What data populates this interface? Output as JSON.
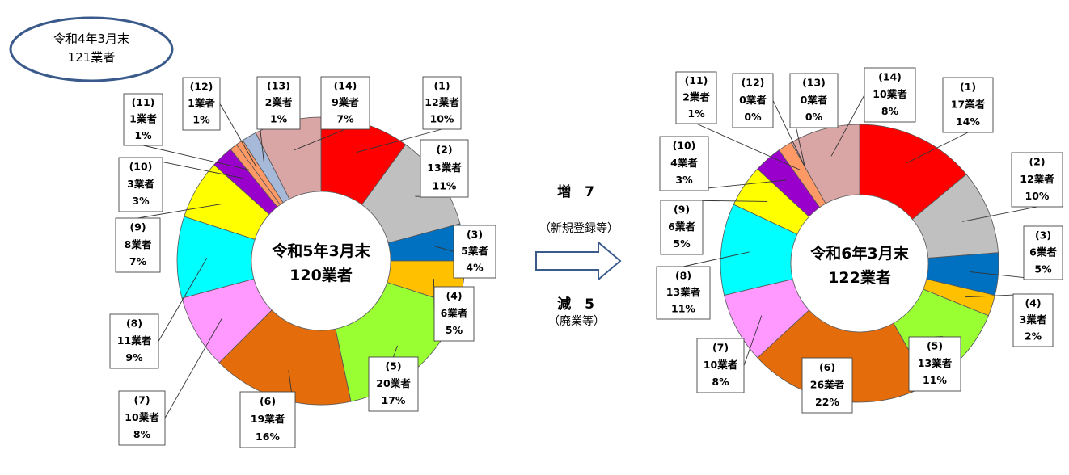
{
  "prev_badge": {
    "line1": "令和4年3月末",
    "line2": "121業者"
  },
  "middle": {
    "increase": "増　7",
    "increase_note": "（新規登録等）",
    "decrease": "減　5",
    "decrease_note": "（廃業等）"
  },
  "colors": [
    "#ff0000",
    "#c0c0c0",
    "#0070c0",
    "#ffc000",
    "#99ff33",
    "#e46c0a",
    "#ff99ff",
    "#00ffff",
    "#ffff00",
    "#9900cc",
    "#ff9966",
    "#ff9966",
    "#a6b9d9",
    "#d9a5a5"
  ],
  "chart_data": [
    {
      "type": "pie",
      "center_line1": "令和5年3月末",
      "center_line2": "120業者",
      "categories": [
        "(1)",
        "(2)",
        "(3)",
        "(4)",
        "(5)",
        "(6)",
        "(7)",
        "(8)",
        "(9)",
        "(10)",
        "(11)",
        "(12)",
        "(13)",
        "(14)"
      ],
      "values": [
        12,
        13,
        5,
        6,
        20,
        19,
        10,
        11,
        8,
        3,
        1,
        1,
        2,
        9
      ],
      "count_labels": [
        "12業者",
        "13業者",
        "5業者",
        "6業者",
        "20業者",
        "19業者",
        "10業者",
        "11業者",
        "8業者",
        "3業者",
        "1業者",
        "1業者",
        "2業者",
        "9業者"
      ],
      "percent_labels": [
        "10%",
        "11%",
        "4%",
        "5%",
        "17%",
        "16%",
        "8%",
        "9%",
        "7%",
        "3%",
        "1%",
        "1%",
        "1%",
        "7%"
      ]
    },
    {
      "type": "pie",
      "center_line1": "令和6年3月末",
      "center_line2": "122業者",
      "categories": [
        "(1)",
        "(2)",
        "(3)",
        "(4)",
        "(5)",
        "(6)",
        "(7)",
        "(8)",
        "(9)",
        "(10)",
        "(11)",
        "(12)",
        "(13)",
        "(14)"
      ],
      "values": [
        17,
        12,
        6,
        3,
        13,
        26,
        10,
        13,
        6,
        4,
        2,
        0,
        0,
        10
      ],
      "count_labels": [
        "17業者",
        "12業者",
        "6業者",
        "3業者",
        "13業者",
        "26業者",
        "10業者",
        "13業者",
        "6業者",
        "4業者",
        "2業者",
        "0業者",
        "0業者",
        "10業者"
      ],
      "percent_labels": [
        "14%",
        "10%",
        "5%",
        "2%",
        "11%",
        "22%",
        "8%",
        "11%",
        "5%",
        "3%",
        "1%",
        "0%",
        "0%",
        "8%"
      ]
    }
  ]
}
